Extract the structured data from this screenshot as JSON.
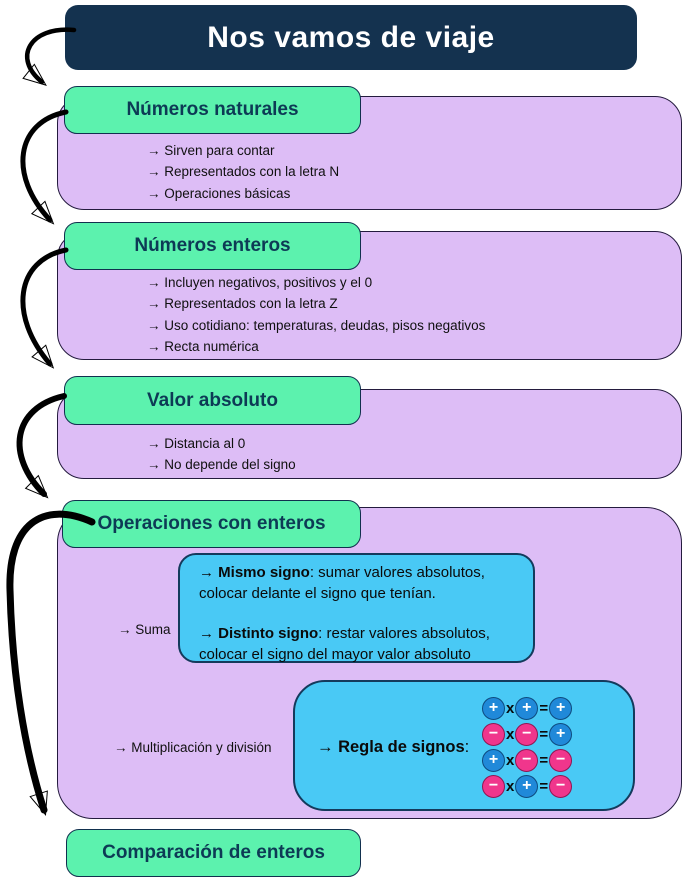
{
  "header": {
    "title": "Nos vamos de viaje"
  },
  "sections": {
    "naturales": {
      "title": "Números naturales",
      "bullets": [
        "→ Sirven para contar",
        "→ Representados con la letra N",
        "→ Operaciones básicas"
      ]
    },
    "enteros": {
      "title": "Números enteros",
      "bullets": [
        "→ Incluyen negativos, positivos y el 0",
        "→ Representados con la letra Z",
        "→ Uso cotidiano: temperaturas, deudas, pisos negativos",
        "→ Recta numérica"
      ]
    },
    "valor_absoluto": {
      "title": "Valor absoluto",
      "bullets": [
        "→ Distancia al 0",
        "→ No depende del signo"
      ]
    },
    "operaciones": {
      "title": "Operaciones con enteros",
      "suma": {
        "label": "→ Suma",
        "rule1_arrow": "→ ",
        "rule1_term": "Mismo signo",
        "rule1_text": ": sumar valores absolutos,",
        "rule1_line2": "colocar delante el signo que tenían.",
        "rule2_arrow": "→ ",
        "rule2_term": "Distinto signo",
        "rule2_text": ": restar valores absolutos,",
        "rule2_line2": "colocar el signo del mayor valor absoluto"
      },
      "multiplicacion": {
        "label": "→ Multiplicación y división",
        "regla_arrow": "→ ",
        "regla_term": "Regla de signos",
        "regla_colon": ":",
        "rows": [
          {
            "a": "+",
            "op": "x",
            "b": "+",
            "eq": "=",
            "r": "+"
          },
          {
            "a": "−",
            "op": "x",
            "b": "−",
            "eq": "=",
            "r": "+"
          },
          {
            "a": "+",
            "op": "x",
            "b": "−",
            "eq": "=",
            "r": "−"
          },
          {
            "a": "−",
            "op": "x",
            "b": "+",
            "eq": "=",
            "r": "−"
          }
        ]
      }
    },
    "comparacion": {
      "title": "Comparación de enteros"
    }
  },
  "colors": {
    "header_bg": "#14324f",
    "green": "#5cf2ae",
    "purple": "#ddbdf6",
    "blue": "#49c9f5",
    "circle_blue": "#2089d9",
    "circle_pink": "#f0368c",
    "title_text": "#0d3a55"
  }
}
